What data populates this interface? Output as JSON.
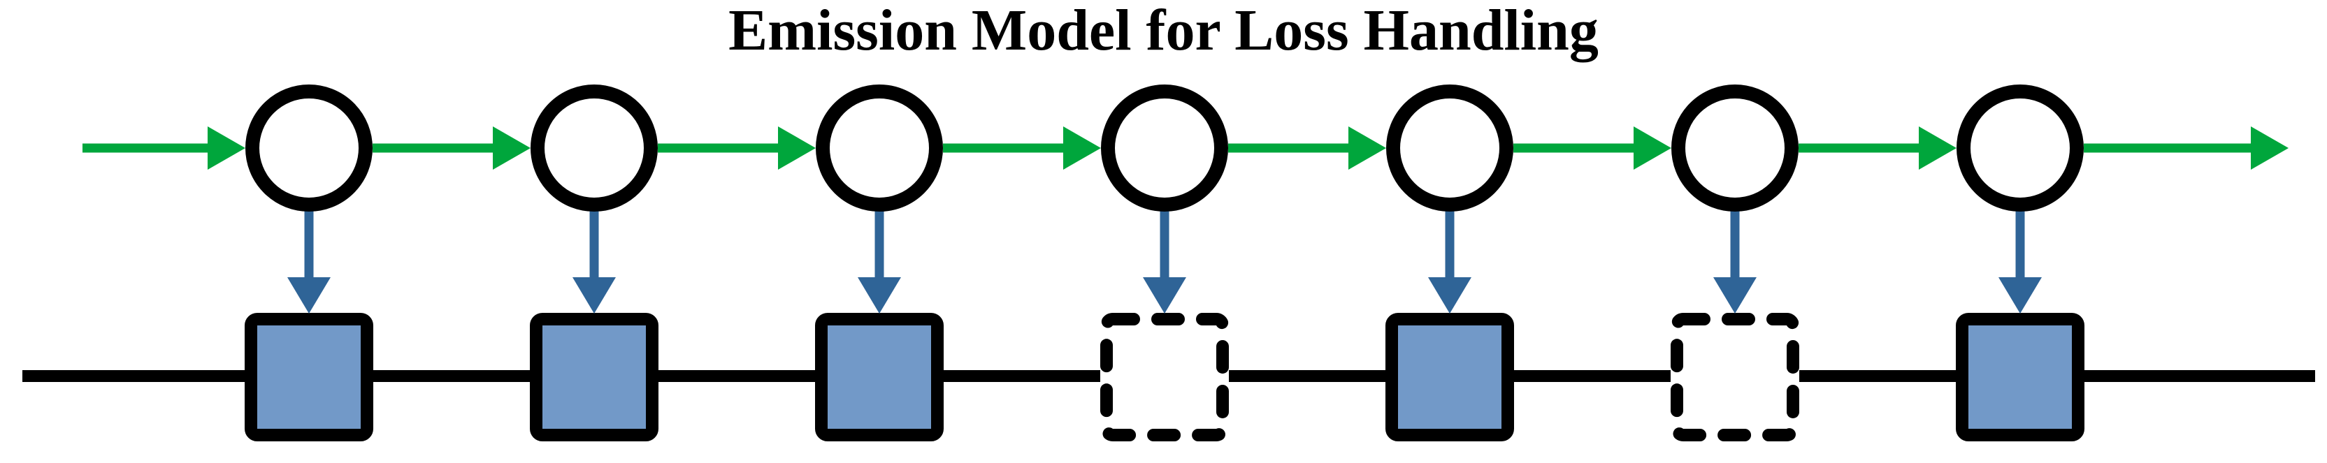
{
  "title": "Emission Model for Loss Handling",
  "colors": {
    "transition_arrow_green": "#00A63C",
    "emission_arrow_blue": "#2F6497",
    "observed_square_fill": "#7299C8",
    "outline_black": "#000000",
    "missing_square_fill": "#FFFFFF",
    "background": "#FFFFFF"
  },
  "diagram": {
    "description": "hidden markov chain of 7 state circles over a timeline of 7 observation squares",
    "has_leading_transition_arrow": true,
    "has_trailing_transition_arrow": true,
    "states": [
      {
        "id": 1,
        "observation": "observed"
      },
      {
        "id": 2,
        "observation": "observed"
      },
      {
        "id": 3,
        "observation": "observed"
      },
      {
        "id": 4,
        "observation": "missing"
      },
      {
        "id": 5,
        "observation": "observed"
      },
      {
        "id": 6,
        "observation": "missing"
      },
      {
        "id": 7,
        "observation": "observed"
      }
    ]
  }
}
